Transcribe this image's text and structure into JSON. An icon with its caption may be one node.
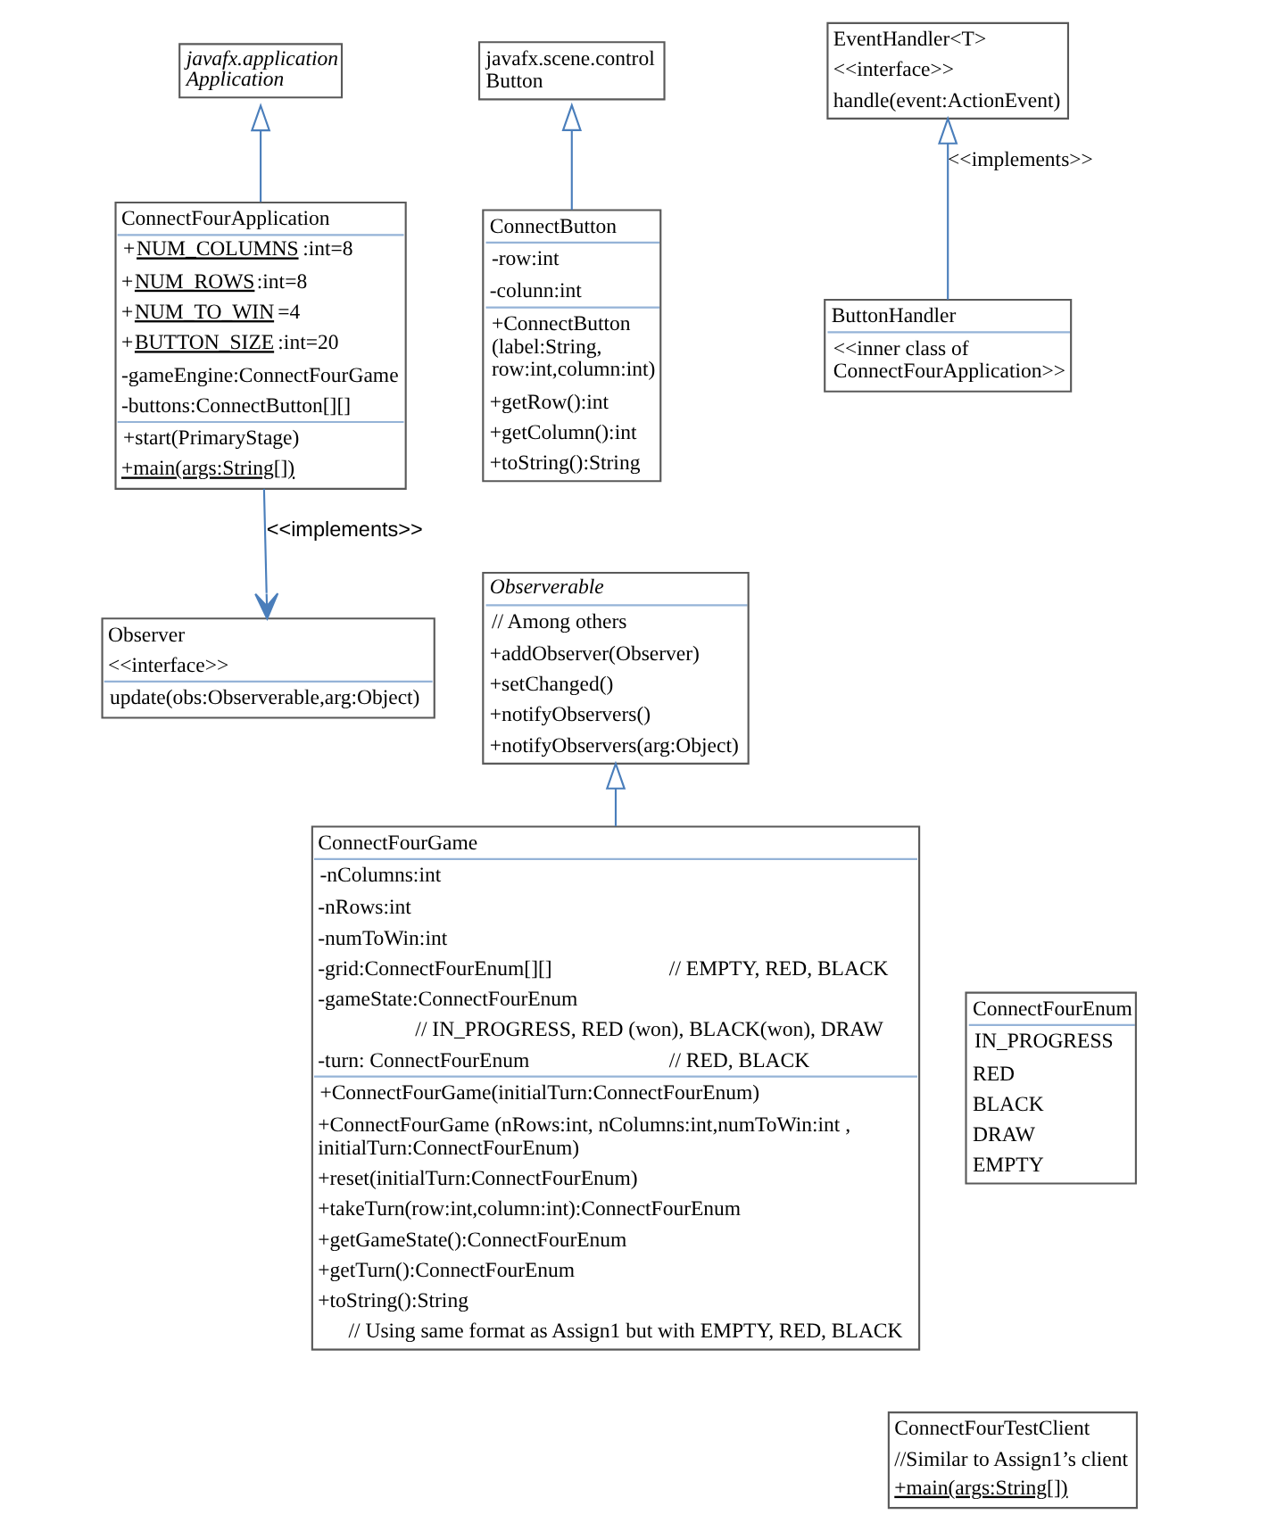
{
  "diagram": {
    "nodes": [
      {
        "text": [
          "javafx.application Application"
        ]
      },
      {
        "text": [
          "javafx.scene.control Button"
        ]
      },
      {
        "text": [
          "EventHandler<T>",
          "<<interface>>",
          "handle(event:ActionEvent)"
        ]
      },
      {
        "text": [
          "ConnectFourApplication",
          "+NUM_COLUMNS:int=8",
          "+NUM_ROWS:int=8",
          "+NUM_TO_WIN=4",
          "+BUTTON_SIZE:int=20",
          "-gameEngine:ConnectFourGame",
          "-buttons:ConnectButton[][]",
          "+start(PrimaryStage)",
          "+main(args:String[])"
        ]
      },
      {
        "text": [
          "ConnectButton",
          "-row:int",
          "-colunn:int",
          "+ConnectButton (label:String, row:int,column:int)",
          "+getRow():int",
          "+getColumn():int",
          "+toString():String"
        ]
      },
      {
        "text": [
          "ButtonHandler",
          "<<inner class of ConnectFourApplication>>"
        ]
      },
      {
        "text": [
          "Observer",
          "<<interface>>",
          "update(obs:Observerable,arg:Object)"
        ]
      },
      {
        "text": [
          "Observerable",
          "// Among others",
          "+addObserver(Observer)",
          "+setChanged()",
          "+notifyObservers()",
          "+notifyObservers(arg:Object)"
        ]
      },
      {
        "text": [
          "ConnectFourGame",
          "-nColumns:int",
          "-nRows:int",
          "-numToWin:int",
          "-grid:ConnectFourEnum[][]",
          "// EMPTY, RED, BLACK",
          "-gameState:ConnectFourEnum",
          "// IN_PROGRESS, RED (won), BLACK(won), DRAW",
          "-turn: ConnectFourEnum",
          "// RED, BLACK",
          "+ConnectFourGame(initialTurn:ConnectFourEnum)",
          "+ConnectFourGame (nRows:int, nColumns:int,numToWin:int , initialTurn:ConnectFourEnum)",
          "+reset(initialTurn:ConnectFourEnum)",
          "+takeTurn(row:int,column:int):ConnectFourEnum",
          "+getGameState():ConnectFourEnum",
          "+getTurn():ConnectFourEnum",
          "+toString():String",
          "// Using same format as Assign1 but with EMPTY, RED, BLACK"
        ]
      },
      {
        "text": [
          "ConnectFourEnum",
          "IN_PROGRESS",
          "RED",
          "BLACK",
          "DRAW",
          "EMPTY"
        ]
      },
      {
        "text": [
          "ConnectFourTestClient",
          "//Similar to Assign1’s client",
          "+main(args:String[])"
        ]
      }
    ],
    "edges": [
      {
        "from": 3,
        "to": 0,
        "arrow": "to"
      },
      {
        "from": 4,
        "to": 1,
        "arrow": "to"
      },
      {
        "from": 5,
        "to": 2,
        "arrow": "to",
        "label": "<<implements>>"
      },
      {
        "from": 3,
        "to": 6,
        "arrow": "to",
        "label": "<<implements>>"
      },
      {
        "from": 8,
        "to": 7,
        "arrow": "to"
      }
    ]
  }
}
